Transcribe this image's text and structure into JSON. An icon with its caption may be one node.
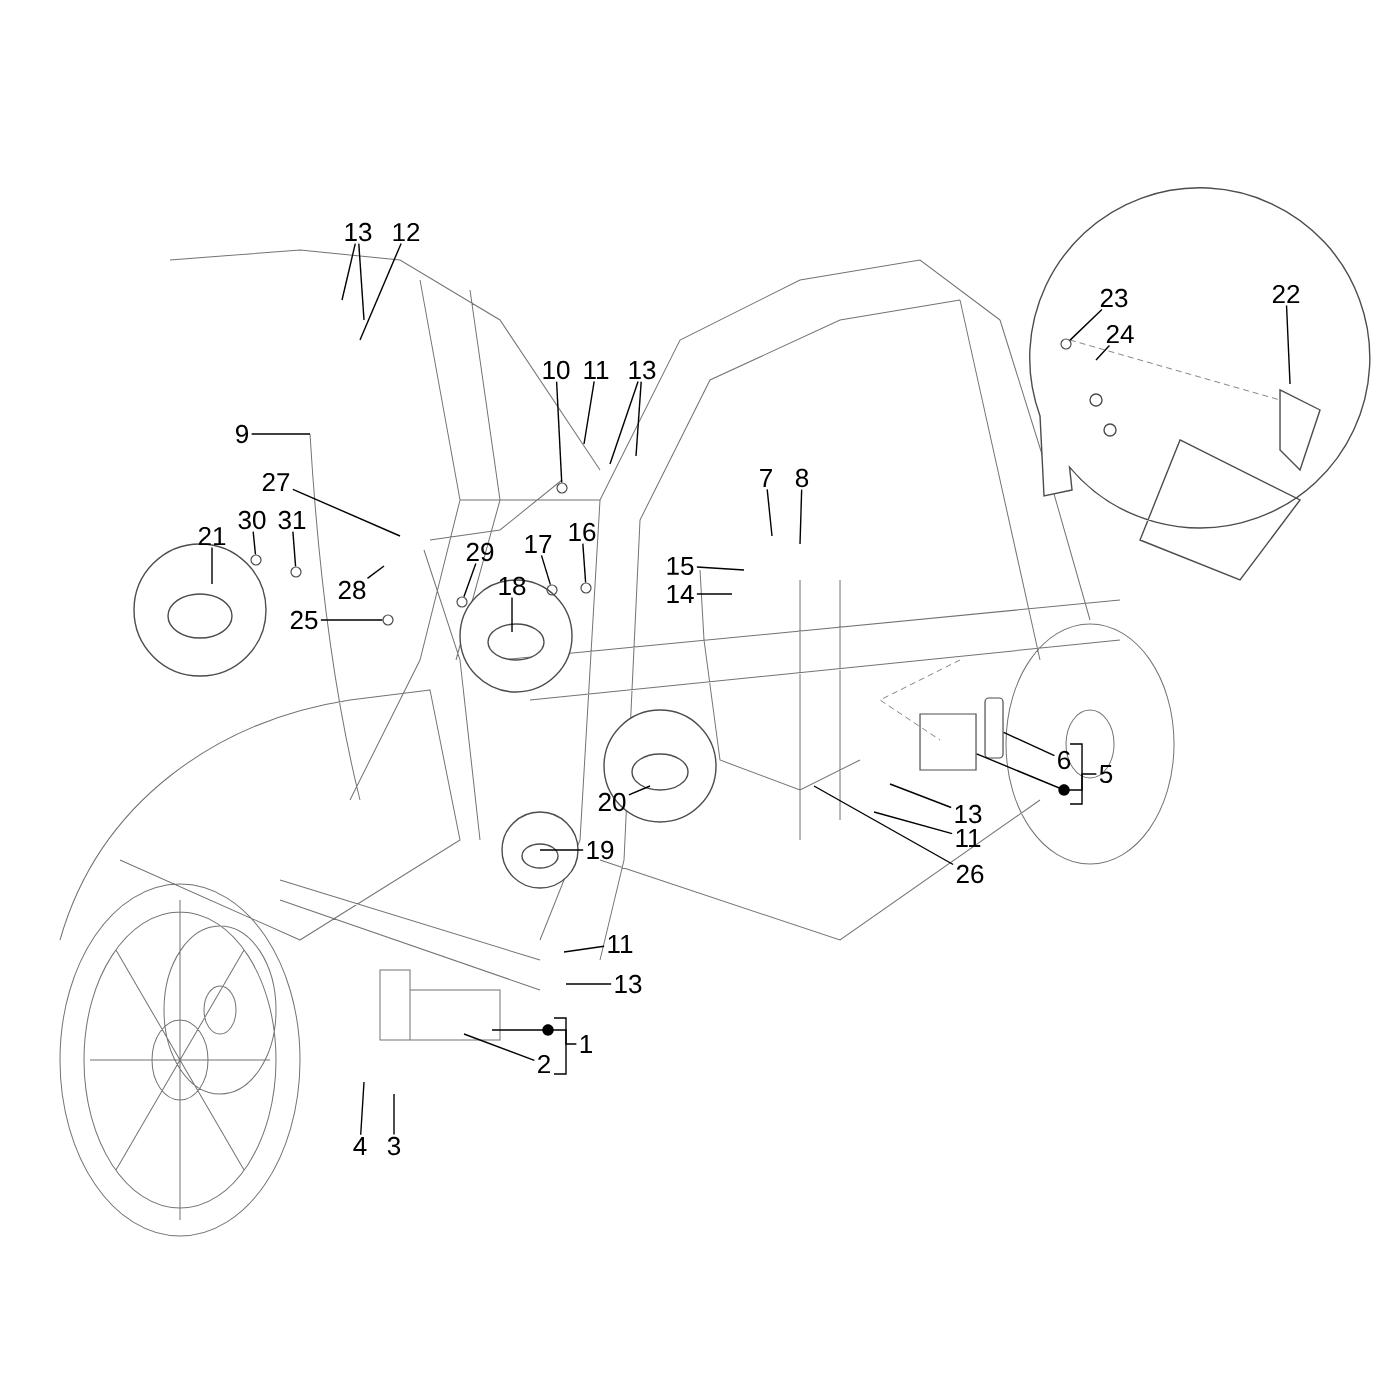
{
  "diagram": {
    "nodes": [
      {
        "text": [
          "13"
        ]
      },
      {
        "text": [
          "12"
        ]
      },
      {
        "text": [
          "23"
        ]
      },
      {
        "text": [
          "22"
        ]
      },
      {
        "text": [
          "24"
        ]
      },
      {
        "text": [
          "10"
        ]
      },
      {
        "text": [
          "11"
        ]
      },
      {
        "text": [
          "13"
        ]
      },
      {
        "text": [
          "9"
        ]
      },
      {
        "text": [
          "7"
        ]
      },
      {
        "text": [
          "8"
        ]
      },
      {
        "text": [
          "27"
        ]
      },
      {
        "text": [
          "30"
        ]
      },
      {
        "text": [
          "31"
        ]
      },
      {
        "text": [
          "21"
        ]
      },
      {
        "text": [
          "16"
        ]
      },
      {
        "text": [
          "17"
        ]
      },
      {
        "text": [
          "29"
        ]
      },
      {
        "text": [
          "15"
        ]
      },
      {
        "text": [
          "18"
        ]
      },
      {
        "text": [
          "28"
        ]
      },
      {
        "text": [
          "14"
        ]
      },
      {
        "text": [
          "25"
        ]
      },
      {
        "text": [
          "6"
        ]
      },
      {
        "text": [
          "5"
        ]
      },
      {
        "text": [
          "20"
        ]
      },
      {
        "text": [
          "13"
        ]
      },
      {
        "text": [
          "11"
        ]
      },
      {
        "text": [
          "19"
        ]
      },
      {
        "text": [
          "26"
        ]
      },
      {
        "text": [
          "11"
        ]
      },
      {
        "text": [
          "13"
        ]
      },
      {
        "text": [
          "1"
        ]
      },
      {
        "text": [
          "2"
        ]
      },
      {
        "text": [
          "4"
        ]
      },
      {
        "text": [
          "3"
        ]
      },
      {
        "text": [],
        "shape": "circle"
      },
      {
        "text": [],
        "shape": "circle"
      },
      {
        "text": [],
        "shape": "circle"
      },
      {
        "text": [],
        "shape": "circle"
      },
      {
        "text": [],
        "shape": "circle"
      },
      {
        "text": [],
        "shape": "circle"
      },
      {
        "text": [],
        "shape": "circle"
      },
      {
        "text": [],
        "shape": "circle"
      },
      {
        "text": [],
        "shape": "box"
      },
      {
        "text": [],
        "shape": "bar"
      }
    ],
    "edges": [
      {
        "from": 0,
        "to": null,
        "arrow": "none"
      },
      {
        "from": 0,
        "to": null,
        "arrow": "none"
      },
      {
        "from": 1,
        "to": null,
        "arrow": "none"
      },
      {
        "from": 2,
        "to": 36,
        "arrow": "none"
      },
      {
        "from": 3,
        "to": null,
        "arrow": "none"
      },
      {
        "from": 4,
        "to": null,
        "arrow": "none"
      },
      {
        "from": 5,
        "to": 37,
        "arrow": "none"
      },
      {
        "from": 6,
        "to": null,
        "arrow": "none"
      },
      {
        "from": 7,
        "to": null,
        "arrow": "none"
      },
      {
        "from": 7,
        "to": null,
        "arrow": "none"
      },
      {
        "from": 8,
        "to": null,
        "arrow": "none"
      },
      {
        "from": 9,
        "to": null,
        "arrow": "none"
      },
      {
        "from": 10,
        "to": null,
        "arrow": "none"
      },
      {
        "from": 11,
        "to": null,
        "arrow": "none"
      },
      {
        "from": 12,
        "to": 38,
        "arrow": "none"
      },
      {
        "from": 13,
        "to": 39,
        "arrow": "none"
      },
      {
        "from": 14,
        "to": null,
        "arrow": "none"
      },
      {
        "from": 15,
        "to": 40,
        "arrow": "none"
      },
      {
        "from": 16,
        "to": 41,
        "arrow": "none"
      },
      {
        "from": 17,
        "to": 42,
        "arrow": "none"
      },
      {
        "from": 18,
        "to": null,
        "arrow": "none"
      },
      {
        "from": 19,
        "to": null,
        "arrow": "none"
      },
      {
        "from": 20,
        "to": null,
        "arrow": "none"
      },
      {
        "from": 21,
        "to": null,
        "arrow": "none"
      },
      {
        "from": 22,
        "to": 43,
        "arrow": "none"
      },
      {
        "from": 23,
        "to": 45,
        "arrow": "none"
      },
      {
        "from": 24,
        "to": 44,
        "arrow": "none"
      },
      {
        "from": 25,
        "to": null,
        "arrow": "none"
      },
      {
        "from": 26,
        "to": null,
        "arrow": "none"
      },
      {
        "from": 27,
        "to": null,
        "arrow": "none"
      },
      {
        "from": 28,
        "to": null,
        "arrow": "none"
      },
      {
        "from": 29,
        "to": null,
        "arrow": "none"
      },
      {
        "from": 30,
        "to": null,
        "arrow": "none"
      },
      {
        "from": 31,
        "to": null,
        "arrow": "none"
      },
      {
        "from": 32,
        "to": null,
        "arrow": "none"
      },
      {
        "from": 33,
        "to": null,
        "arrow": "none"
      },
      {
        "from": 34,
        "to": null,
        "arrow": "none"
      },
      {
        "from": 35,
        "to": null,
        "arrow": "none"
      }
    ]
  }
}
